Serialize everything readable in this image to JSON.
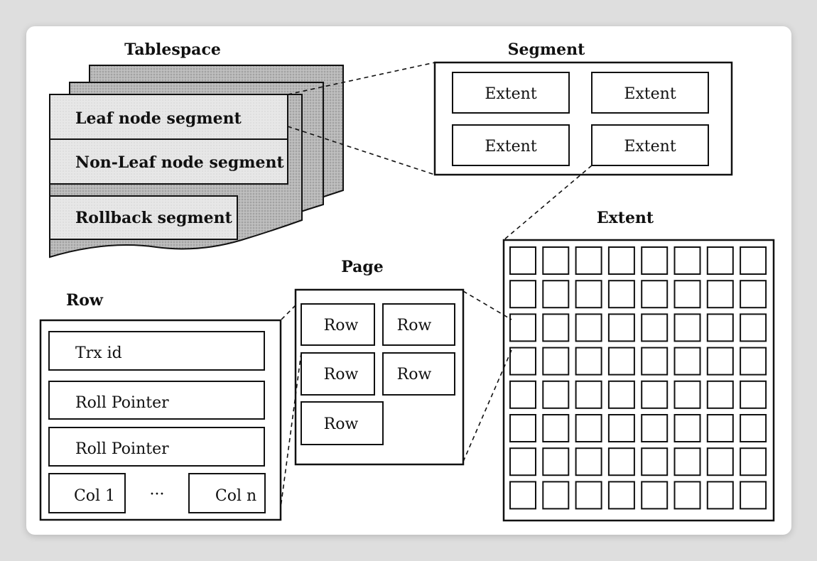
{
  "tablespace": {
    "title": "Tablespace",
    "segments": [
      "Leaf node segment",
      "Non-Leaf node segment",
      "Rollback segment"
    ]
  },
  "segment": {
    "title": "Segment",
    "extents": [
      "Extent",
      "Extent",
      "Extent",
      "Extent"
    ]
  },
  "extent": {
    "title": "Extent",
    "grid_rows": 8,
    "grid_cols": 8
  },
  "page": {
    "title": "Page",
    "rows": [
      "Row",
      "Row",
      "Row",
      "Row",
      "Row"
    ]
  },
  "row": {
    "title": "Row",
    "fields": [
      "Trx id",
      "Roll Pointer",
      "Roll Pointer"
    ],
    "col_first": "Col 1",
    "col_ellipsis": "···",
    "col_last": "Col n"
  }
}
